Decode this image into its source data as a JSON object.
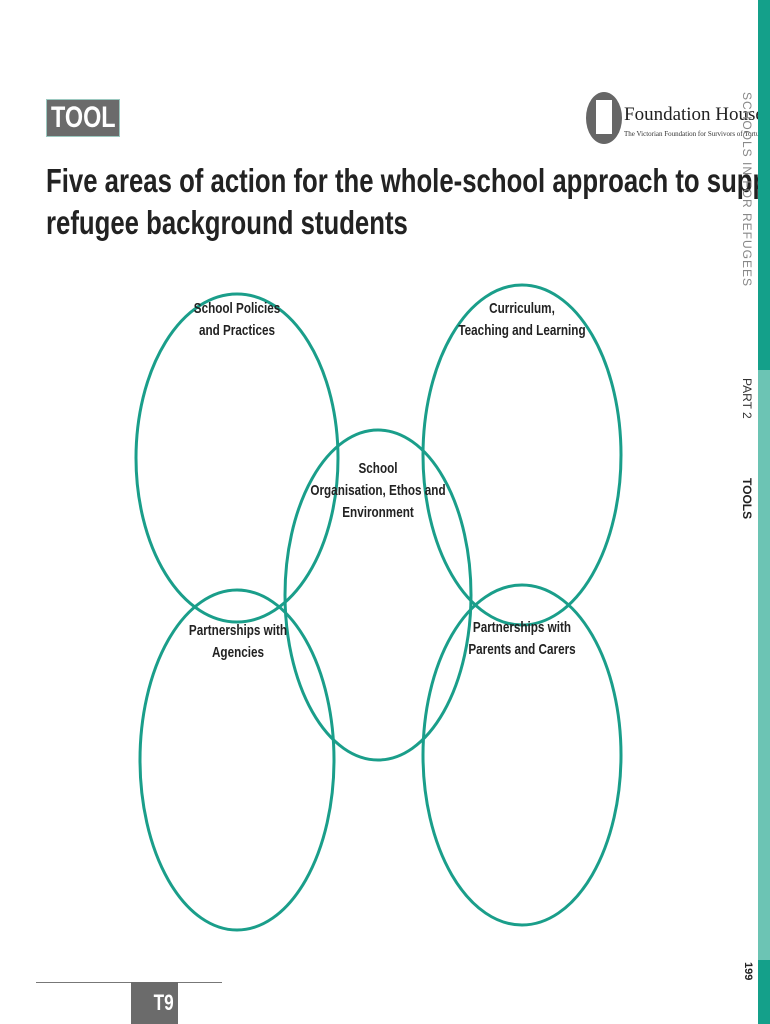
{
  "header": {
    "tool_badge": "TOOL 9",
    "title_line1": "Five areas of action for the whole-school approach to support",
    "title_line2": "refugee background students"
  },
  "logo": {
    "name": "Foundation House",
    "subtitle": "The Victorian Foundation for Survivors of Torture"
  },
  "sidebar": {
    "series": "SCHOOLS IN FOR REFUGEES",
    "part": "PART 2",
    "section": "TOOLS",
    "page_number": "199"
  },
  "diagram": {
    "areas": [
      {
        "line1": "School Policies",
        "line2": "and Practices",
        "line3": ""
      },
      {
        "line1": "Curriculum,",
        "line2": "Teaching and Learning",
        "line3": ""
      },
      {
        "line1": "School",
        "line2": "Organisation, Ethos and",
        "line3": "Environment"
      },
      {
        "line1": "Partnerships with",
        "line2": "Agencies",
        "line3": ""
      },
      {
        "line1": "Partnerships with",
        "line2": "Parents and Carers",
        "line3": ""
      }
    ],
    "stroke_color": "#1a9e8a"
  },
  "footer": {
    "tab": "T9"
  }
}
